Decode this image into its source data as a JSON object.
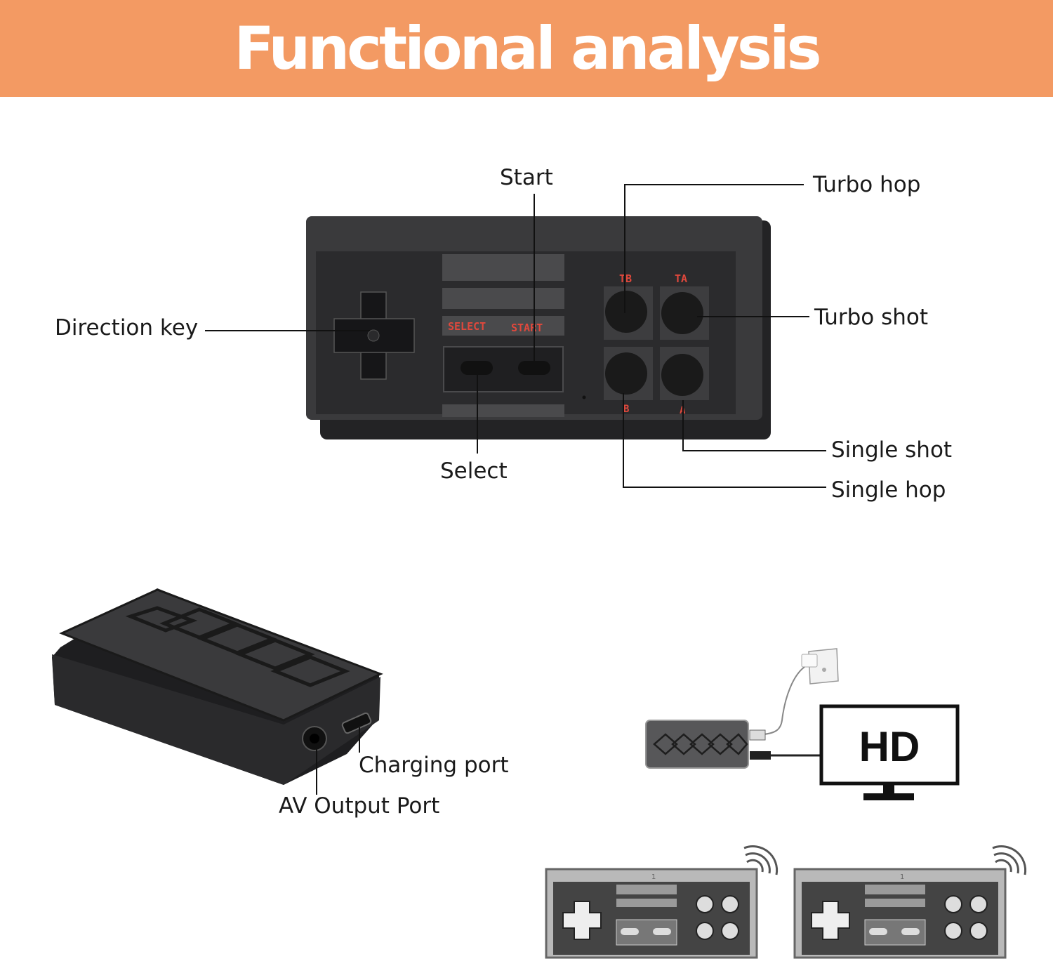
{
  "header": {
    "title": "Functional analysis"
  },
  "colors": {
    "banner": "#f39a63",
    "controller_body": "#3a3a3c",
    "button_text": "#e0483c"
  },
  "controller": {
    "select_text": "SELECT",
    "start_text": "START",
    "tb_text": "TB",
    "ta_text": "TA",
    "b_text": "B",
    "a_text": "A"
  },
  "labels": {
    "start": "Start",
    "turbo_hop": "Turbo hop",
    "direction_key": "Direction key",
    "turbo_shot": "Turbo shot",
    "single_shot": "Single shot",
    "select": "Select",
    "single_hop": "Single hop",
    "charging_port": "Charging port",
    "av_output_port": "AV Output Port"
  },
  "connection": {
    "tv_text": "HD"
  },
  "mini_controllers": [
    {
      "number": "1"
    },
    {
      "number": "1"
    }
  ]
}
